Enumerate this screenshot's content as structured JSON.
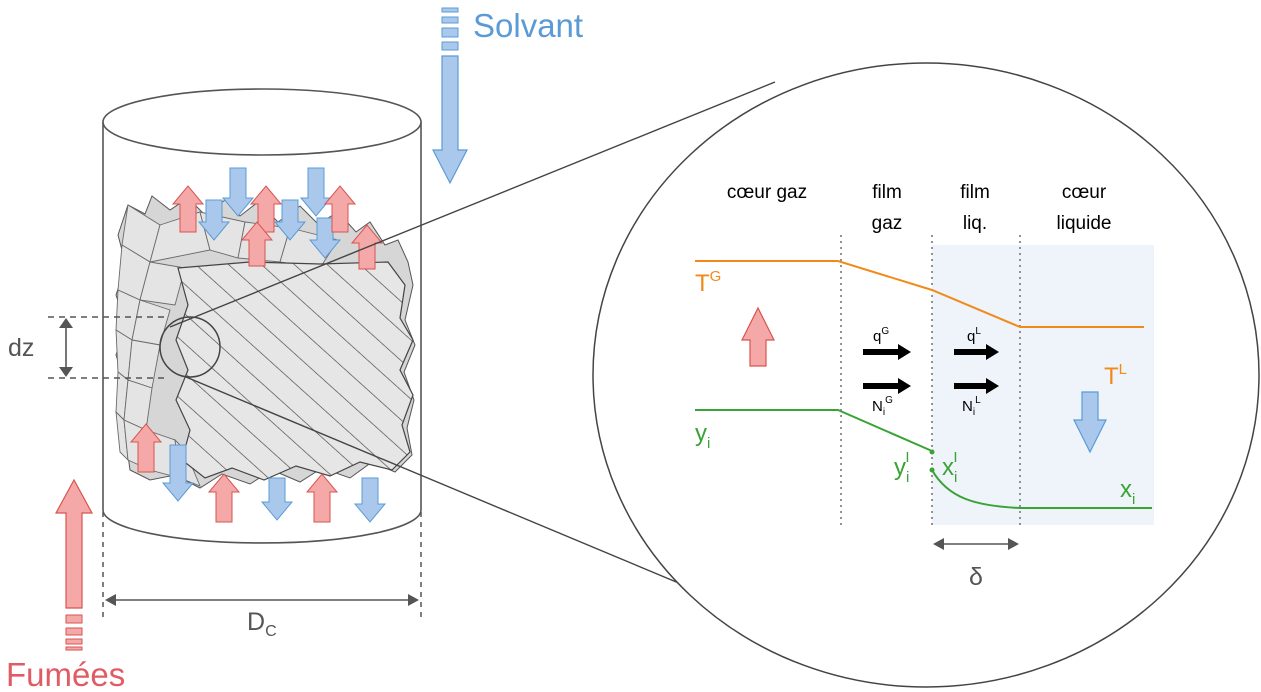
{
  "labels": {
    "solvent": "Solvant",
    "flue_gas": "Fumées",
    "dz": "dz",
    "diameter": "D",
    "diameter_sub": "C",
    "delta": "δ"
  },
  "zones": {
    "gas_bulk": "cœur gaz",
    "gas_film_1": "film",
    "gas_film_2": "gaz",
    "liq_film_1": "film",
    "liq_film_2": "liq.",
    "liq_bulk_1": "cœur",
    "liq_bulk_2": "liquide"
  },
  "symbols": {
    "TG": "T",
    "TG_sup": "G",
    "TL": "T",
    "TL_sup": "L",
    "qG": "q",
    "qG_sup": "G",
    "qL": "q",
    "qL_sup": "L",
    "NG": "N",
    "NG_sub": "i",
    "NG_sup": "G",
    "NL": "N",
    "NL_sub": "i",
    "NL_sup": "L",
    "yi": "y",
    "yi_sub": "i",
    "yiI": "y",
    "yiI_sub": "i",
    "yiI_sup": "I",
    "xiI": "x",
    "xiI_sub": "i",
    "xiI_sup": "I",
    "xi": "x",
    "xi_sub": "i"
  },
  "colors": {
    "gas_arrow": "#f4a9a8",
    "gas_arrow_stroke": "#d9534f",
    "liquid_arrow": "#a9c8ec",
    "liquid_arrow_stroke": "#5b9bd5",
    "temperature": "#f28a1a",
    "composition": "#3aa336",
    "text_blue": "#5b9bd5",
    "text_red": "#e15b64",
    "liquid_shade": "#eef4fa",
    "line": "#555555"
  }
}
